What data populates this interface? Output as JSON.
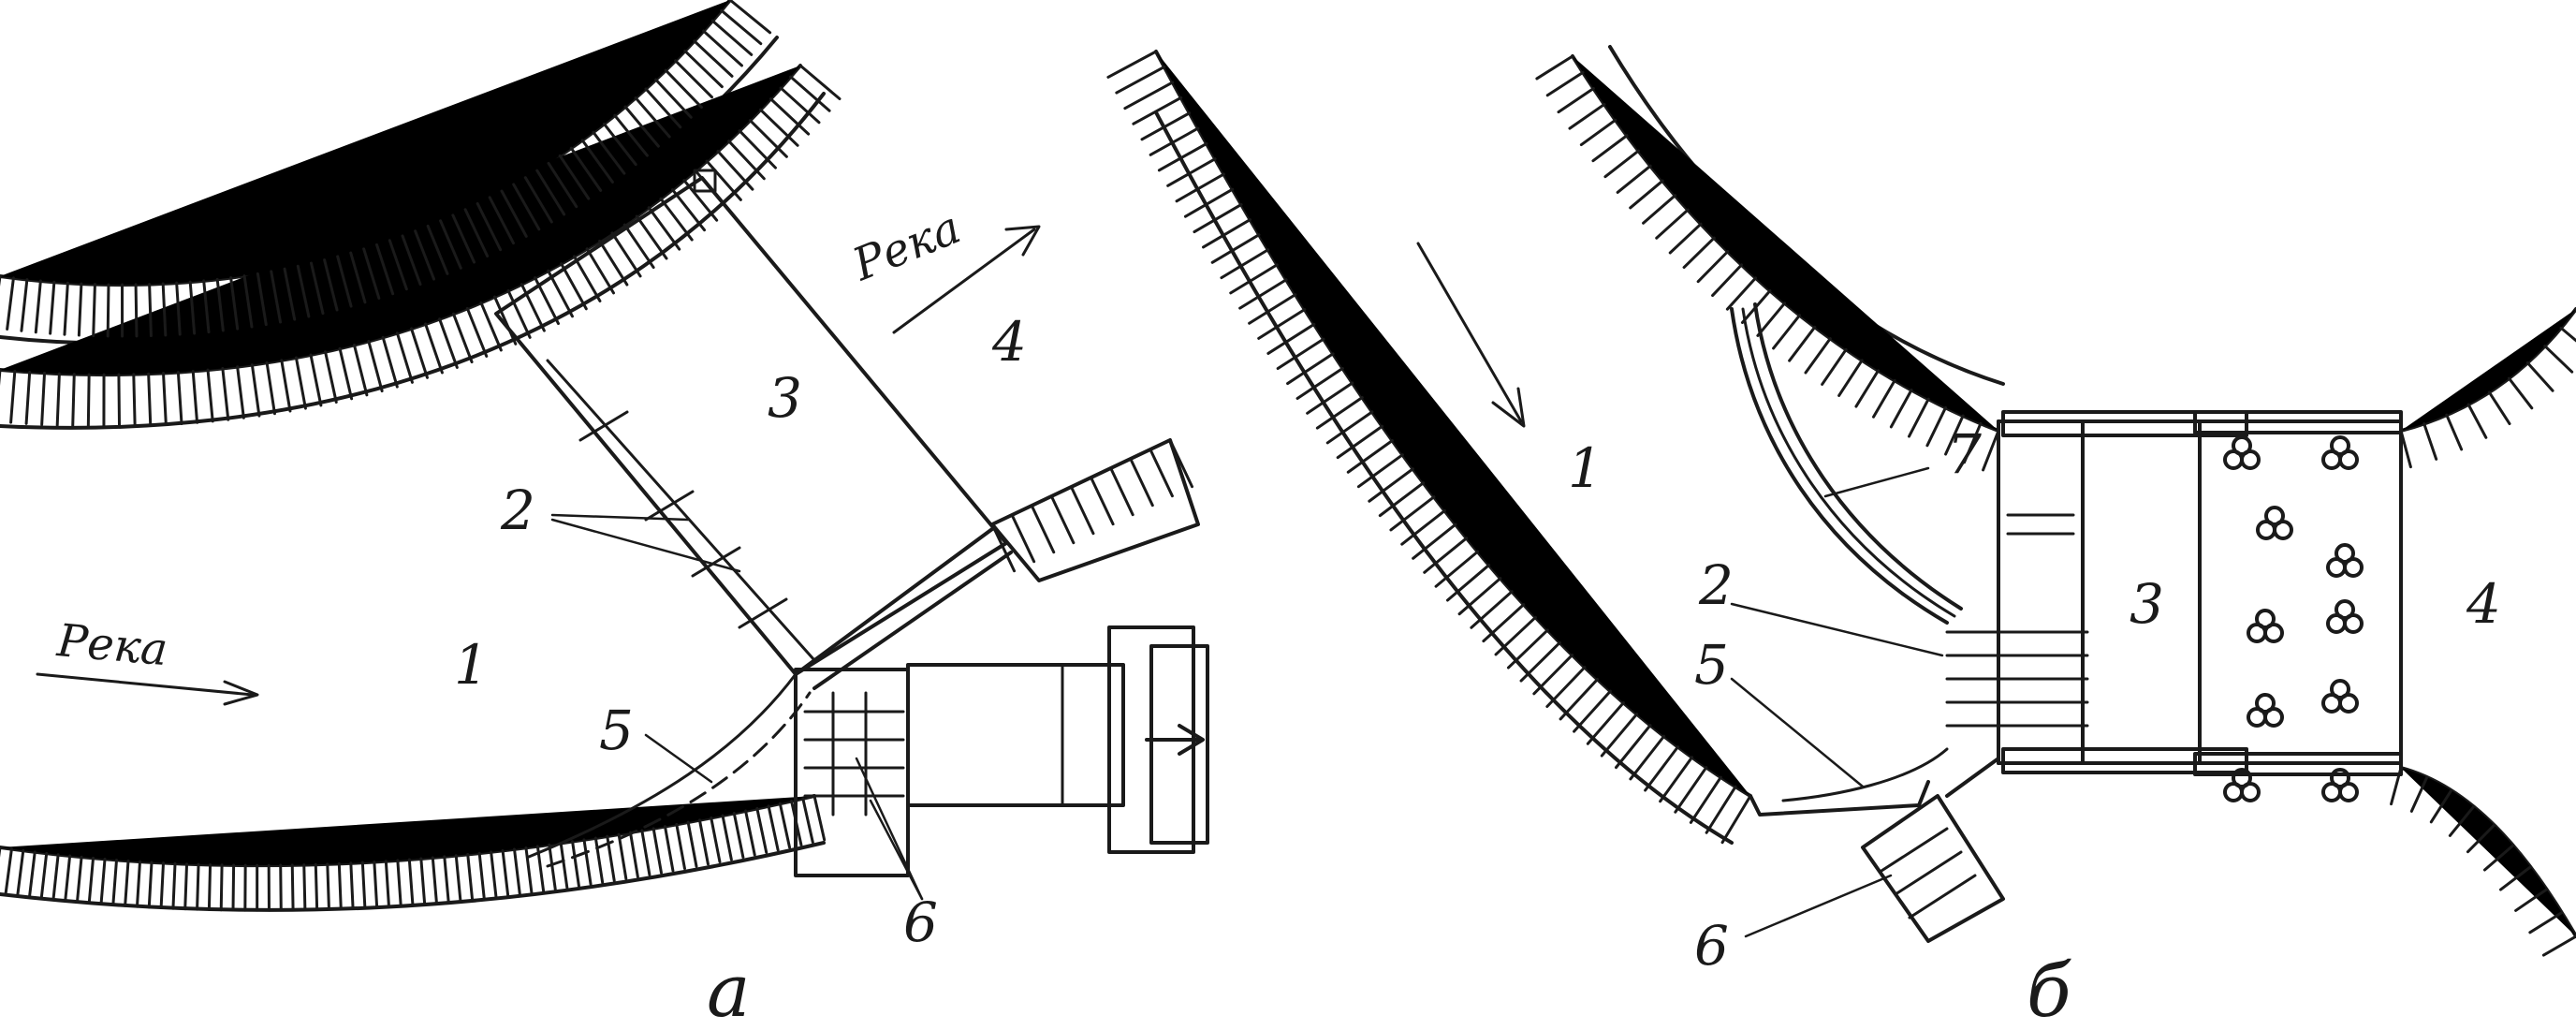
{
  "diagram": {
    "river_word": "Река",
    "panels": [
      {
        "caption": "а",
        "labels": {
          "l1": "1",
          "l2": "2",
          "l3": "3",
          "l4": "4",
          "l5": "5",
          "l6": "6"
        }
      },
      {
        "caption": "б",
        "labels": {
          "l1": "1",
          "l2": "2",
          "l3": "3",
          "l4": "4",
          "l5": "5",
          "l6": "6",
          "l7": "7"
        }
      }
    ]
  }
}
